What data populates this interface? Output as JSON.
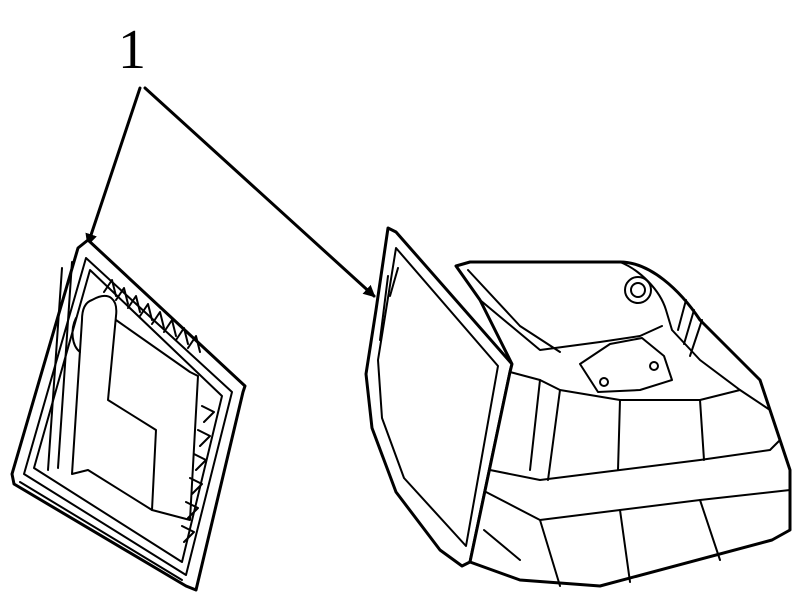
{
  "diagram": {
    "callout_number": "1",
    "parts": [
      {
        "name": "lid-cover",
        "callout": "1"
      },
      {
        "name": "housing-box",
        "callout": "1"
      }
    ]
  }
}
